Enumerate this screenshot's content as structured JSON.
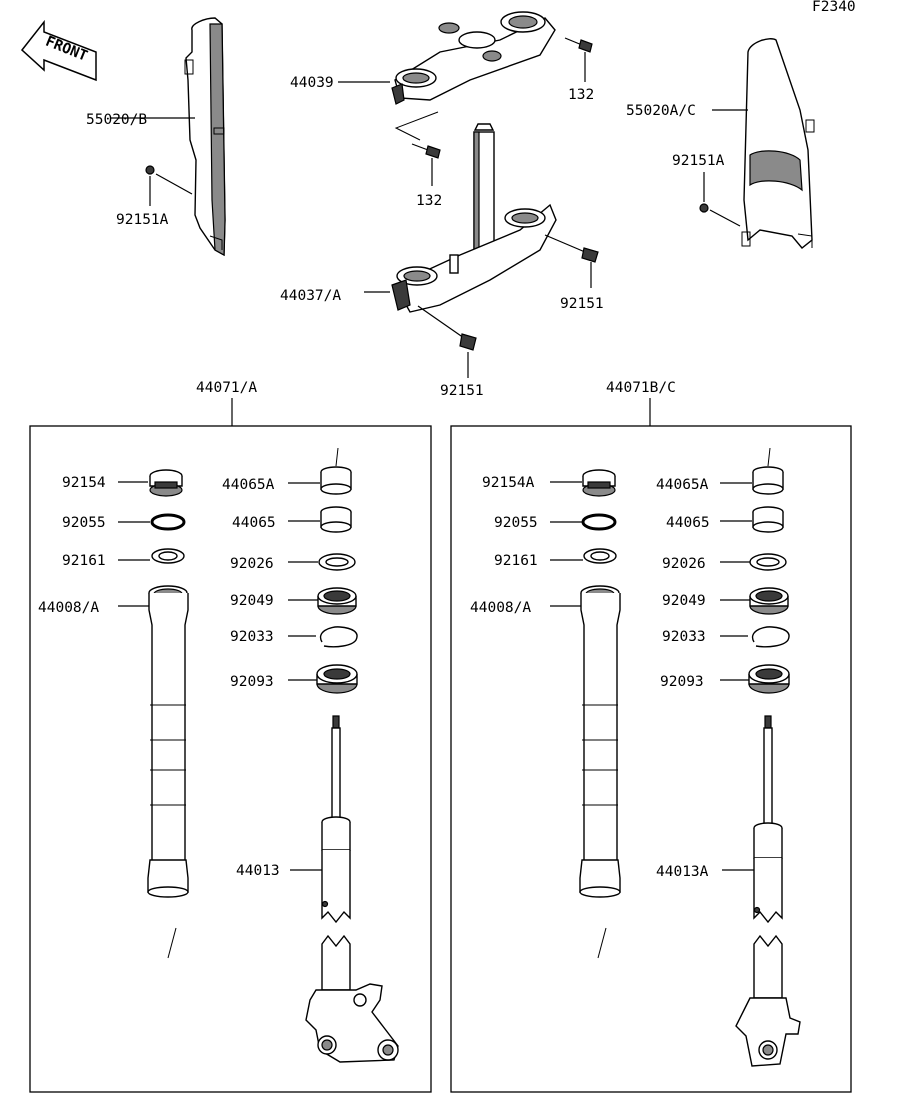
{
  "diagram_code": "F2340",
  "front_label": "FRONT",
  "labels": {
    "top_left_guard": "55020/B",
    "top_left_bolt": "92151A",
    "upper_bracket": "44039",
    "upper_bracket_bolt_right": "132",
    "upper_bracket_bolt_lower": "132",
    "lower_bracket": "44037/A",
    "lower_bracket_bolt_right": "92151",
    "lower_bracket_bolt_bottom": "92151",
    "top_right_guard": "55020A/C",
    "top_right_bolt": "92151A"
  },
  "left_fork": {
    "assembly": "44071/A",
    "cap_bolt": "92154",
    "o_ring": "92055",
    "spacer": "92161",
    "outer_tube": "44008/A",
    "bushing_a": "44065A",
    "bushing": "44065",
    "washer": "92026",
    "oil_seal": "92049",
    "circlip": "92033",
    "dust_seal": "92093",
    "inner_tube": "44013"
  },
  "right_fork": {
    "assembly": "44071B/C",
    "cap_bolt": "92154A",
    "o_ring": "92055",
    "spacer": "92161",
    "outer_tube": "44008/A",
    "bushing_a": "44065A",
    "bushing": "44065",
    "washer": "92026",
    "oil_seal": "92049",
    "circlip": "92033",
    "dust_seal": "92093",
    "inner_tube": "44013A"
  },
  "colors": {
    "line": "#000000",
    "fill": "#ffffff",
    "shade": "#8a8a8a"
  }
}
